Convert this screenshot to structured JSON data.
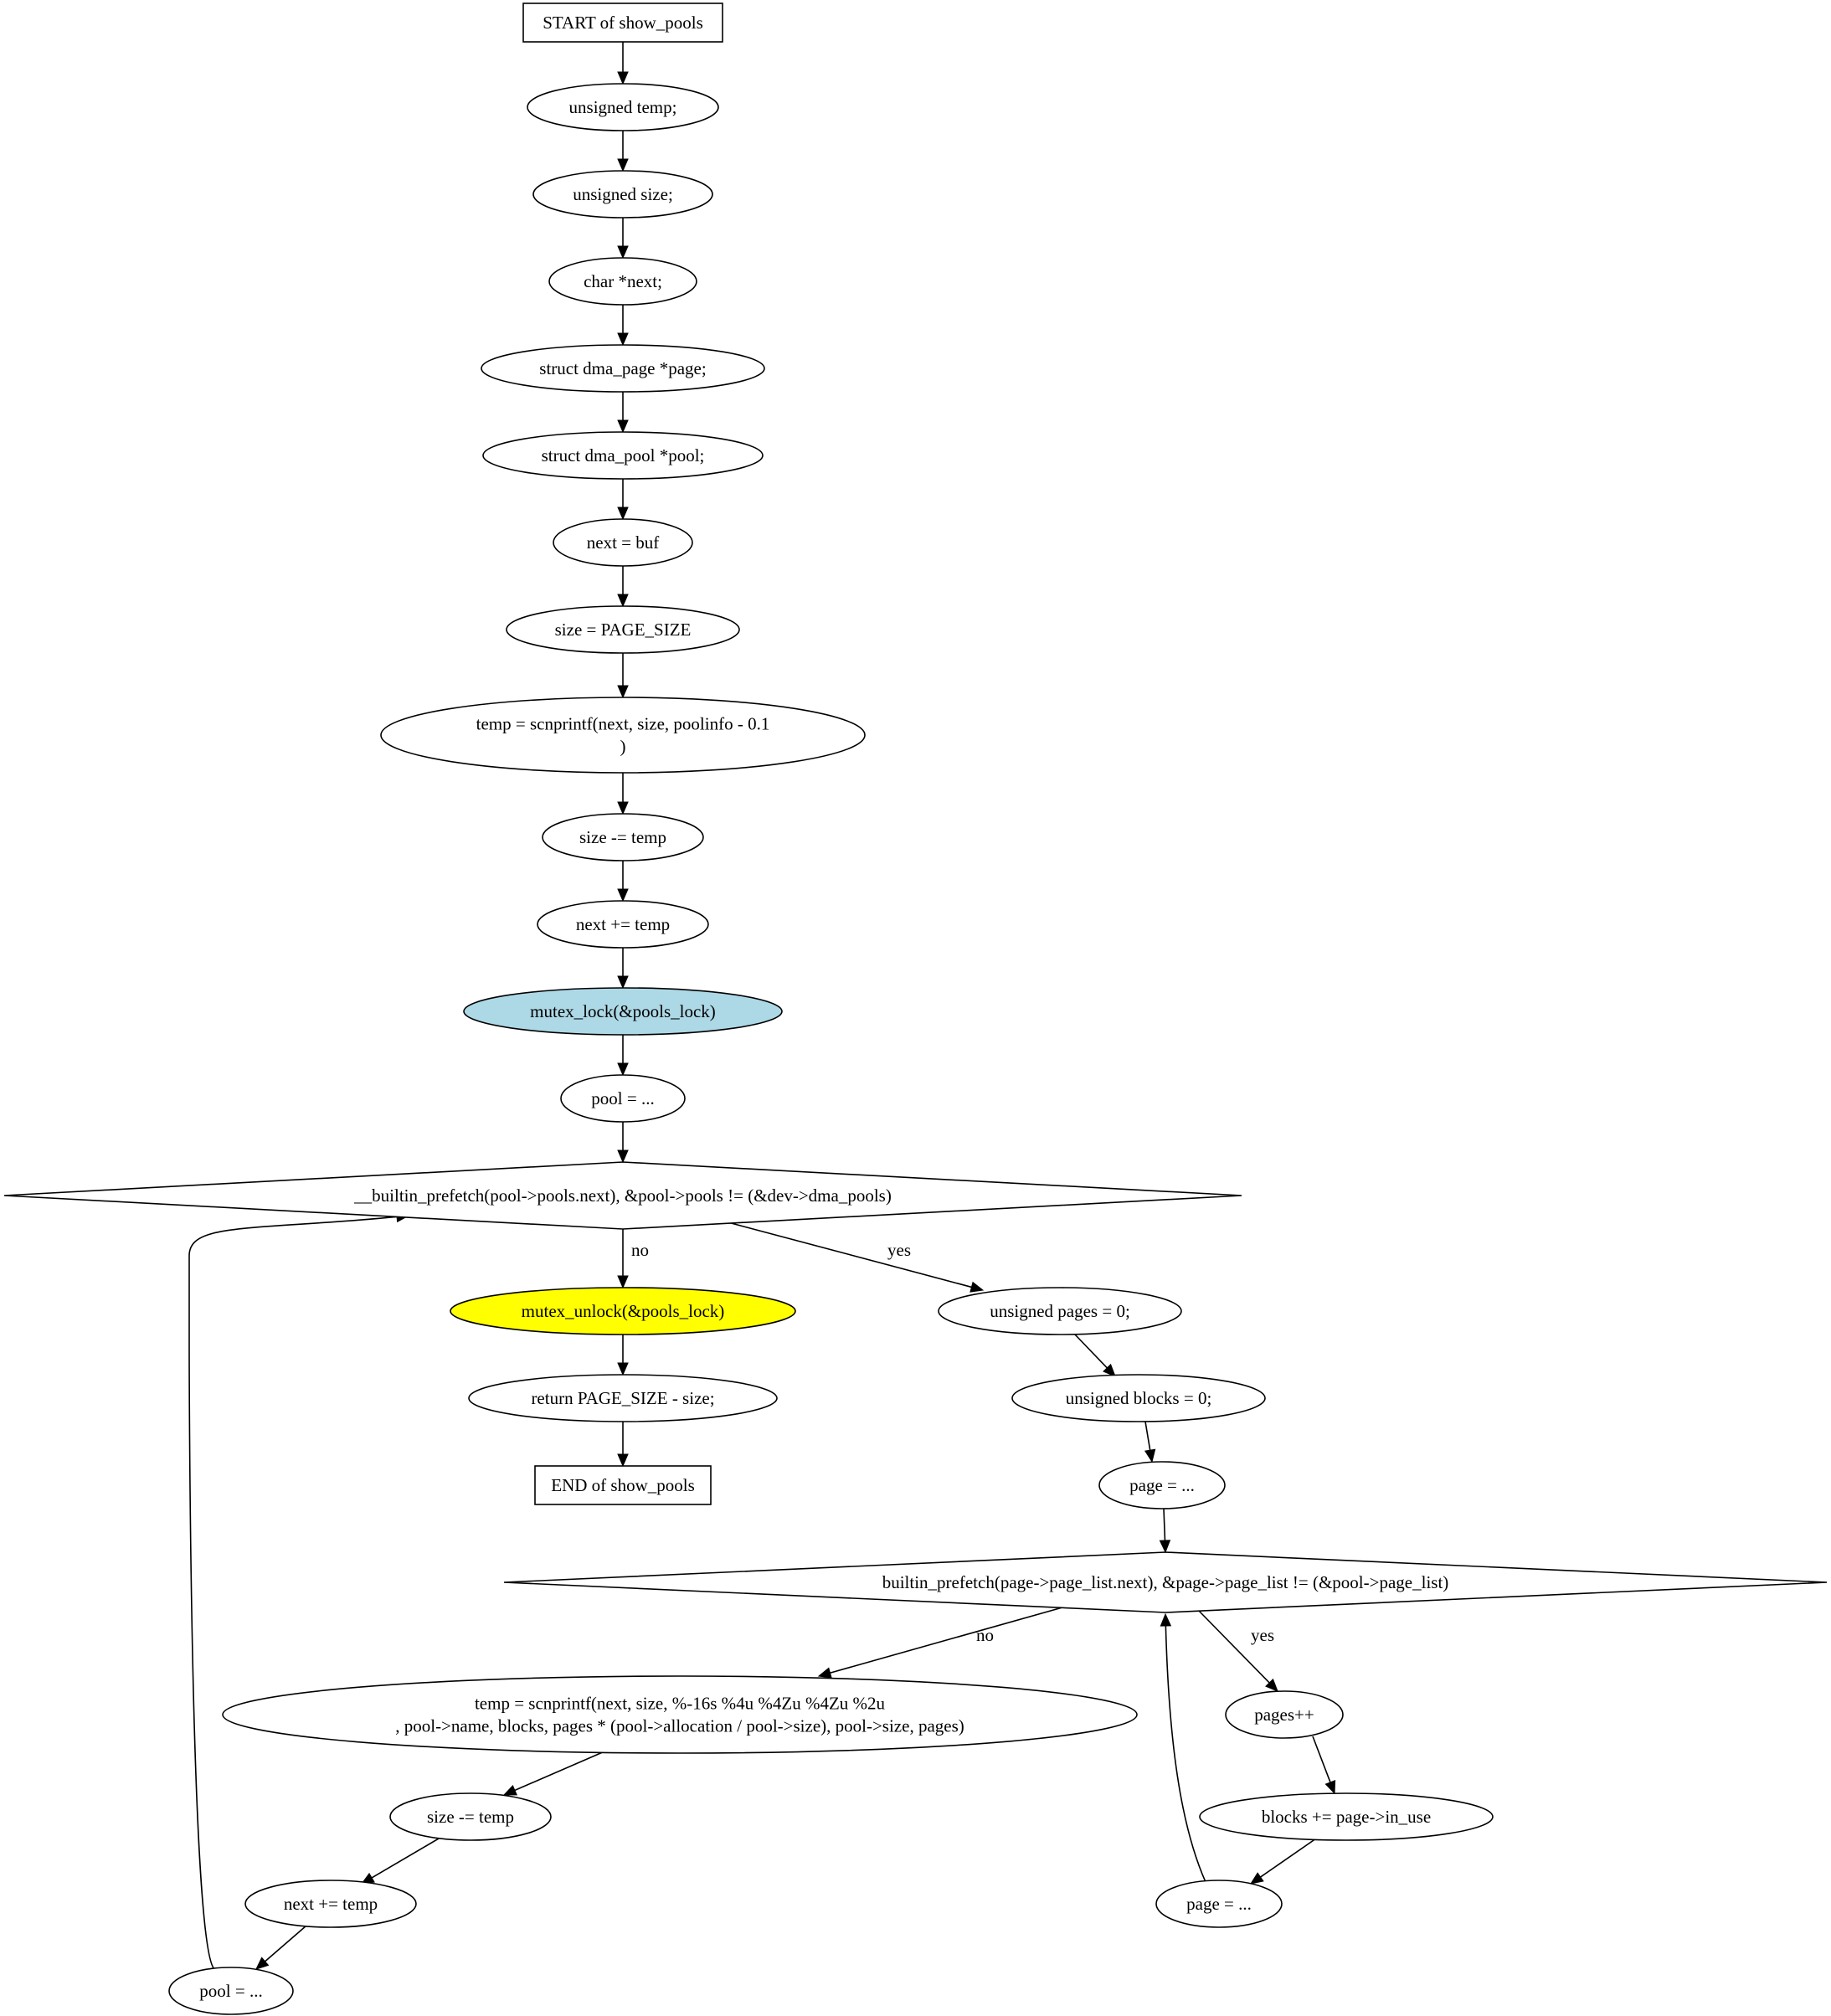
{
  "colors": {
    "default_fill": "#ffffff",
    "mutex_lock_fill": "#add8e6",
    "mutex_unlock_fill": "#ffff00"
  },
  "nodes": [
    {
      "id": "start",
      "shape": "box",
      "lines": [
        "START of show_pools"
      ]
    },
    {
      "id": "temp_decl",
      "shape": "ellipse",
      "lines": [
        "unsigned temp;"
      ]
    },
    {
      "id": "size_decl",
      "shape": "ellipse",
      "lines": [
        "unsigned size;"
      ]
    },
    {
      "id": "next_decl",
      "shape": "ellipse",
      "lines": [
        "char *next;"
      ]
    },
    {
      "id": "page_decl",
      "shape": "ellipse",
      "lines": [
        "struct dma_page *page;"
      ]
    },
    {
      "id": "pool_decl",
      "shape": "ellipse",
      "lines": [
        "struct dma_pool *pool;"
      ]
    },
    {
      "id": "next_buf",
      "shape": "ellipse",
      "lines": [
        "next = buf"
      ]
    },
    {
      "id": "size_page",
      "shape": "ellipse",
      "lines": [
        "size = PAGE_SIZE"
      ]
    },
    {
      "id": "scnprintf1",
      "shape": "ellipse",
      "lines": [
        "temp = scnprintf(next, size, poolinfo - 0.1",
        ")"
      ]
    },
    {
      "id": "size_sub1",
      "shape": "ellipse",
      "lines": [
        "size -= temp"
      ]
    },
    {
      "id": "next_add1",
      "shape": "ellipse",
      "lines": [
        "next += temp"
      ]
    },
    {
      "id": "mutex_lock",
      "shape": "ellipse",
      "fill": "mutex_lock_fill",
      "lines": [
        "mutex_lock(&pools_lock)"
      ]
    },
    {
      "id": "pool_init",
      "shape": "ellipse",
      "lines": [
        "pool = ..."
      ]
    },
    {
      "id": "pool_cond",
      "shape": "diamond",
      "lines": [
        "__builtin_prefetch(pool->pools.next), &pool->pools != (&dev->dma_pools)"
      ]
    },
    {
      "id": "mutex_unlock",
      "shape": "ellipse",
      "fill": "mutex_unlock_fill",
      "lines": [
        "mutex_unlock(&pools_lock)"
      ]
    },
    {
      "id": "return_stmt",
      "shape": "ellipse",
      "lines": [
        "return PAGE_SIZE - size;"
      ]
    },
    {
      "id": "end",
      "shape": "box",
      "lines": [
        "END of show_pools"
      ]
    },
    {
      "id": "pages_decl",
      "shape": "ellipse",
      "lines": [
        "unsigned pages = 0;"
      ]
    },
    {
      "id": "blocks_decl",
      "shape": "ellipse",
      "lines": [
        "unsigned blocks = 0;"
      ]
    },
    {
      "id": "page_init",
      "shape": "ellipse",
      "lines": [
        "page = ..."
      ]
    },
    {
      "id": "page_cond",
      "shape": "diamond",
      "lines": [
        "builtin_prefetch(page->page_list.next), &page->page_list != (&pool->page_list)"
      ]
    },
    {
      "id": "scnprintf2",
      "shape": "ellipse",
      "lines": [
        "temp = scnprintf(next, size, %-16s %4u %4Zu %4Zu %2u",
        ", pool->name, blocks, pages * (pool->allocation / pool->size), pool->size, pages)"
      ]
    },
    {
      "id": "size_sub2",
      "shape": "ellipse",
      "lines": [
        "size -= temp"
      ]
    },
    {
      "id": "next_add2",
      "shape": "ellipse",
      "lines": [
        "next += temp"
      ]
    },
    {
      "id": "pool_next",
      "shape": "ellipse",
      "lines": [
        "pool = ..."
      ]
    },
    {
      "id": "pages_inc",
      "shape": "ellipse",
      "lines": [
        "pages++"
      ]
    },
    {
      "id": "blocks_add",
      "shape": "ellipse",
      "lines": [
        "blocks += page->in_use"
      ]
    },
    {
      "id": "page_next",
      "shape": "ellipse",
      "lines": [
        "page = ..."
      ]
    }
  ],
  "edges": [
    {
      "from": "start",
      "to": "temp_decl"
    },
    {
      "from": "temp_decl",
      "to": "size_decl"
    },
    {
      "from": "size_decl",
      "to": "next_decl"
    },
    {
      "from": "next_decl",
      "to": "page_decl"
    },
    {
      "from": "page_decl",
      "to": "pool_decl"
    },
    {
      "from": "pool_decl",
      "to": "next_buf"
    },
    {
      "from": "next_buf",
      "to": "size_page"
    },
    {
      "from": "size_page",
      "to": "scnprintf1"
    },
    {
      "from": "scnprintf1",
      "to": "size_sub1"
    },
    {
      "from": "size_sub1",
      "to": "next_add1"
    },
    {
      "from": "next_add1",
      "to": "mutex_lock"
    },
    {
      "from": "mutex_lock",
      "to": "pool_init"
    },
    {
      "from": "pool_init",
      "to": "pool_cond"
    },
    {
      "from": "pool_cond",
      "to": "mutex_unlock",
      "label": "no"
    },
    {
      "from": "pool_cond",
      "to": "pages_decl",
      "label": "yes"
    },
    {
      "from": "mutex_unlock",
      "to": "return_stmt"
    },
    {
      "from": "return_stmt",
      "to": "end"
    },
    {
      "from": "pages_decl",
      "to": "blocks_decl"
    },
    {
      "from": "blocks_decl",
      "to": "page_init"
    },
    {
      "from": "page_init",
      "to": "page_cond"
    },
    {
      "from": "page_cond",
      "to": "scnprintf2",
      "label": "no"
    },
    {
      "from": "page_cond",
      "to": "pages_inc",
      "label": "yes"
    },
    {
      "from": "scnprintf2",
      "to": "size_sub2"
    },
    {
      "from": "size_sub2",
      "to": "next_add2"
    },
    {
      "from": "next_add2",
      "to": "pool_next"
    },
    {
      "from": "pool_next",
      "to": "pool_cond"
    },
    {
      "from": "pages_inc",
      "to": "blocks_add"
    },
    {
      "from": "blocks_add",
      "to": "page_next"
    },
    {
      "from": "page_next",
      "to": "page_cond"
    }
  ]
}
